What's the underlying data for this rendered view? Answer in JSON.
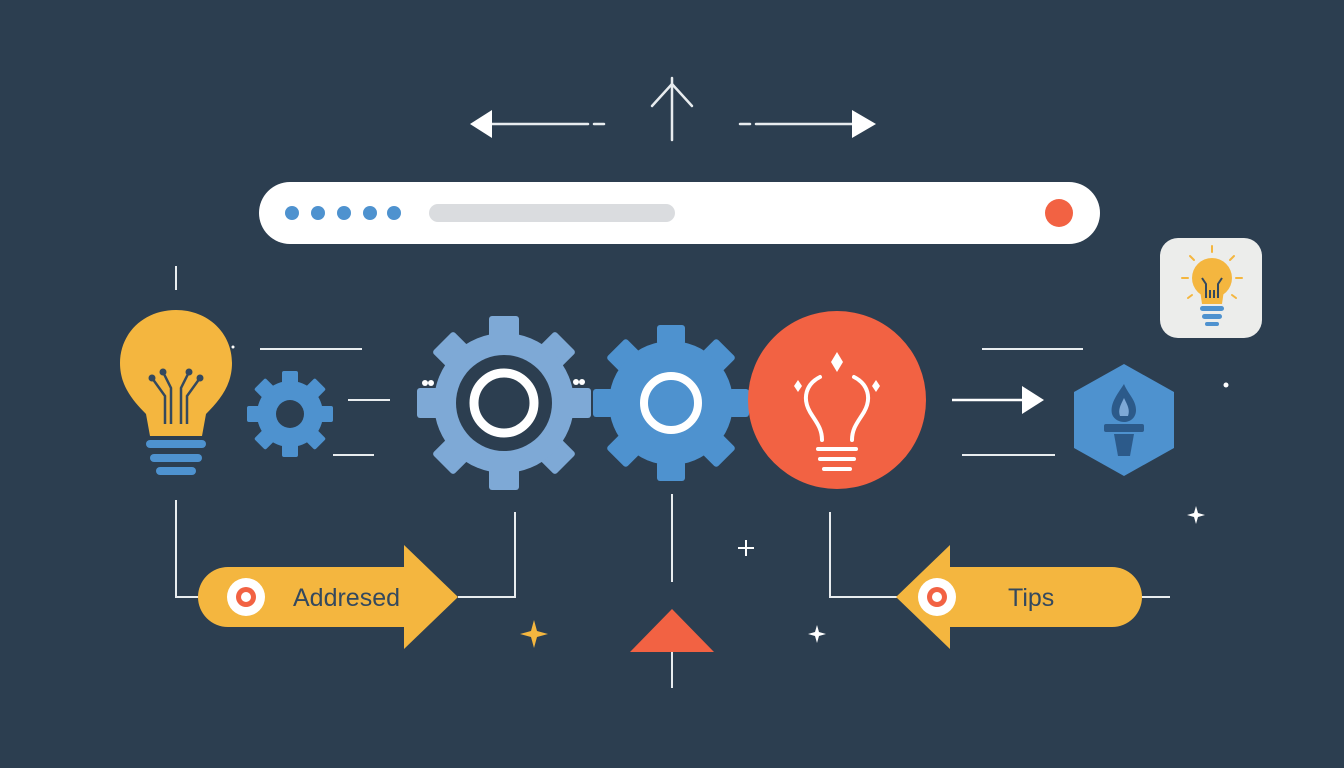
{
  "banners": {
    "left_label": "Addresed",
    "right_label": "Tips"
  },
  "icons": {
    "top_arrows": [
      "arrow-left-icon",
      "arrow-up-fork-icon",
      "arrow-right-icon"
    ],
    "search_dots": 5,
    "row": [
      "lightbulb-icon",
      "small-gear-icon",
      "large-gear-icon",
      "blue-gear-icon",
      "lightbulb-circle-icon",
      "arrow-right-icon",
      "torch-hexagon-icon"
    ],
    "corner": "lightbulb-card-icon"
  },
  "colors": {
    "background": "#2c3e50",
    "yellow": "#f4b63f",
    "orange_red": "#f26243",
    "blue": "#4e92cf",
    "light_blue": "#7ea9d6",
    "white": "#ffffff"
  }
}
